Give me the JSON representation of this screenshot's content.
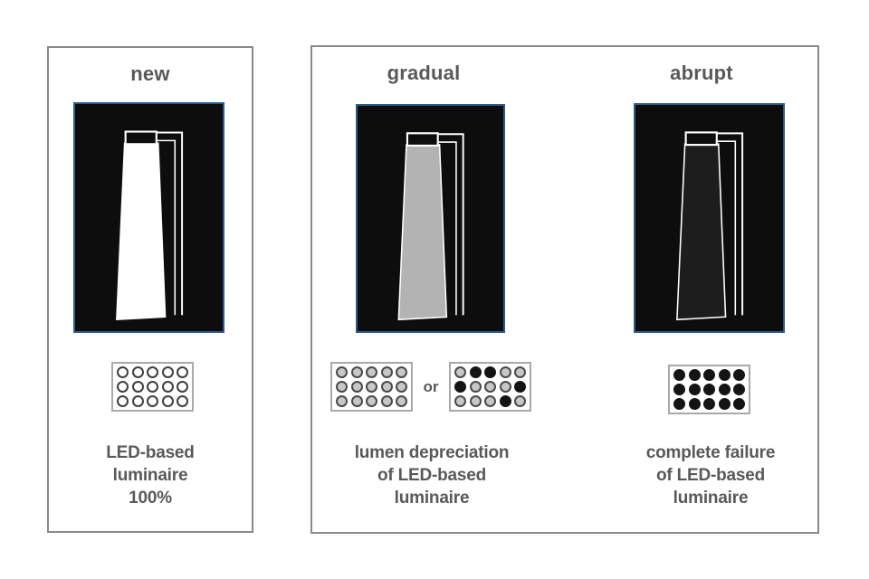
{
  "left_panel": {
    "title": "new",
    "grid": [
      "w",
      "w",
      "w",
      "w",
      "w",
      "w",
      "w",
      "w",
      "w",
      "w",
      "w",
      "w",
      "w",
      "w",
      "w"
    ],
    "caption": [
      "LED-based",
      "luminaire",
      "100%"
    ]
  },
  "right_panel": {
    "gradual": {
      "title": "gradual",
      "or_label": "or",
      "grid_a": [
        "g",
        "g",
        "g",
        "g",
        "g",
        "g",
        "g",
        "g",
        "g",
        "g",
        "g",
        "g",
        "g",
        "g",
        "g"
      ],
      "grid_b": [
        "g",
        "b",
        "b",
        "g",
        "g",
        "b",
        "g",
        "g",
        "g",
        "b",
        "g",
        "g",
        "g",
        "b",
        "g"
      ],
      "caption": [
        "lumen depreciation",
        "of LED-based",
        "luminaire"
      ]
    },
    "abrupt": {
      "title": "abrupt",
      "grid": [
        "b",
        "b",
        "b",
        "b",
        "b",
        "b",
        "b",
        "b",
        "b",
        "b",
        "b",
        "b",
        "b",
        "b",
        "b"
      ],
      "caption": [
        "complete failure",
        "of LED-based",
        "luminaire"
      ]
    }
  },
  "colors": {
    "panel_border": "#8a8a8a",
    "image_border": "#2e5a8c",
    "image_bg": "#0d0d0d",
    "text_gray": "#595959",
    "beam_new": "#ffffff",
    "beam_gradual": "#b3b3b3",
    "beam_abrupt": "#1d1d1d",
    "outline_white": "#ffffff"
  }
}
